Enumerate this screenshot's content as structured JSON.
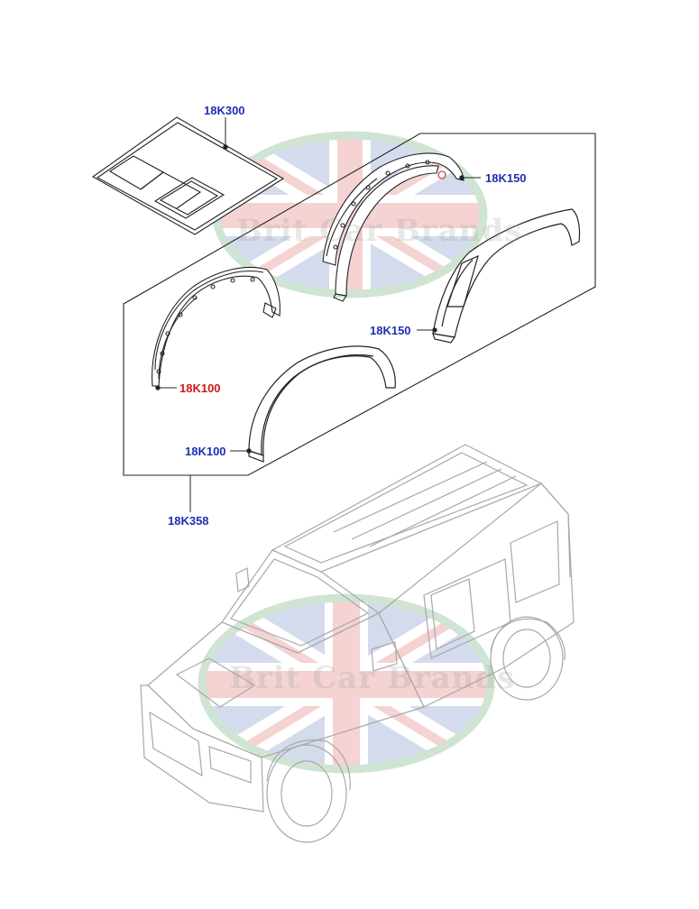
{
  "diagram": {
    "watermark": {
      "text": "Brit Car Brands"
    },
    "callouts": [
      {
        "id": "18K300",
        "label": "18K300",
        "color": "#1e2fb0"
      },
      {
        "id": "18K150-rear-bracket",
        "label": "18K150",
        "color": "#1e2fb0"
      },
      {
        "id": "18K150-rear-flare",
        "label": "18K150",
        "color": "#1e2fb0"
      },
      {
        "id": "18K100-front-bracket",
        "label": "18K100",
        "color": "#d01818"
      },
      {
        "id": "18K100-front-flare",
        "label": "18K100",
        "color": "#1e2fb0"
      },
      {
        "id": "18K358",
        "label": "18K358",
        "color": "#1e2fb0"
      }
    ]
  }
}
